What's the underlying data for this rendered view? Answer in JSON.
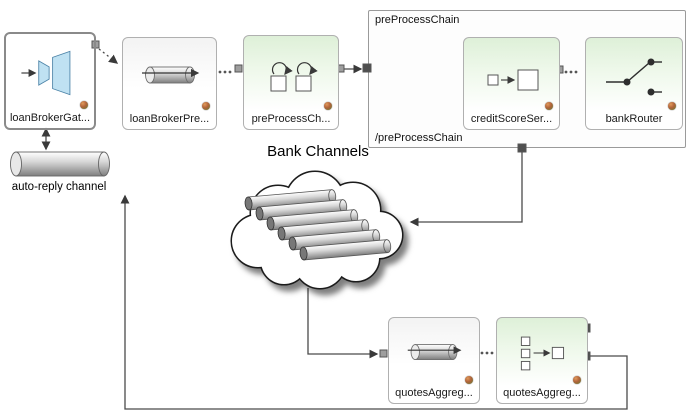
{
  "diagram": {
    "chain_group": {
      "open_label": "preProcessChain",
      "close_label": "/preProcessChain"
    },
    "nodes": {
      "loan_broker_gateway": {
        "label": "loanBrokerGat..."
      },
      "loan_broker_pre_channel": {
        "label": "loanBrokerPre..."
      },
      "pre_process_chain": {
        "label": "preProcessCh..."
      },
      "credit_score_service": {
        "label": "creditScoreSer..."
      },
      "bank_router": {
        "label": "bankRouter"
      },
      "quotes_agg_channel": {
        "label": "quotesAggreg..."
      },
      "quotes_aggregator": {
        "label": "quotesAggreg..."
      }
    },
    "cloud_label": "Bank Channels",
    "auto_reply_label": "auto-reply channel",
    "icons": {
      "gateway": "gateway-icon",
      "channel": "message-channel-cylinder-icon",
      "chain": "chain-loop-squares-icon",
      "service_activator": "service-activator-icon",
      "router": "router-switch-icon",
      "aggregator": "aggregator-icon",
      "logo": "spring-leaf-logo-icon",
      "cloud": "cloud-shape",
      "pipes": "bank-channel-pipes-icon"
    },
    "colors": {
      "node_gradient_top": "#dff0d8",
      "node_background": "#ffffff",
      "node_border": "#b0b0b0",
      "container_border": "#9a9a9a",
      "wire": "#4a4a4a",
      "port_fill": "#9e9e9e",
      "port_dark": "#4f4f4f",
      "gateway_blue": "#bfe1f2"
    }
  }
}
